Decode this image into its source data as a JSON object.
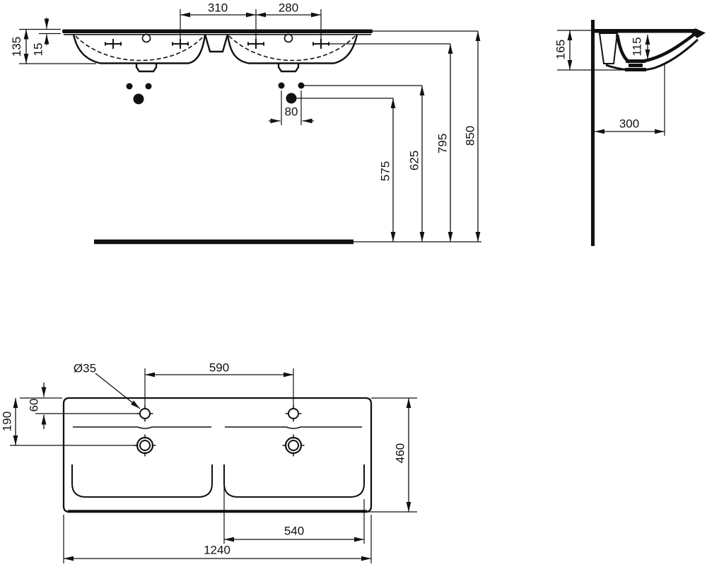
{
  "drawing": {
    "kind": "technical dimension drawing",
    "subject": "double washbasin",
    "units": "mm",
    "views": {
      "front": {
        "dims": {
          "tap_spacing_center": "310",
          "tap_spacing_outer": "280",
          "basin_height": "135",
          "rim_thickness": "15",
          "fixing_hole_spacing": "80",
          "fixing_hole_low_height": "575",
          "fixing_hole_high_height": "625",
          "deck_level_height": "795",
          "rim_level_height": "850"
        }
      },
      "side": {
        "dims": {
          "front_edge_height": "165",
          "inner_bowl_depth": "115",
          "wall_to_drain": "300"
        }
      },
      "plan": {
        "dims": {
          "tap_hole_diameter": "Ø35",
          "tap_hole_spacing": "590",
          "tap_hole_edge_offset": "60",
          "drain_edge_offset": "190",
          "overall_depth": "460",
          "bowl_inner_width": "540",
          "overall_width": "1240"
        }
      }
    }
  }
}
